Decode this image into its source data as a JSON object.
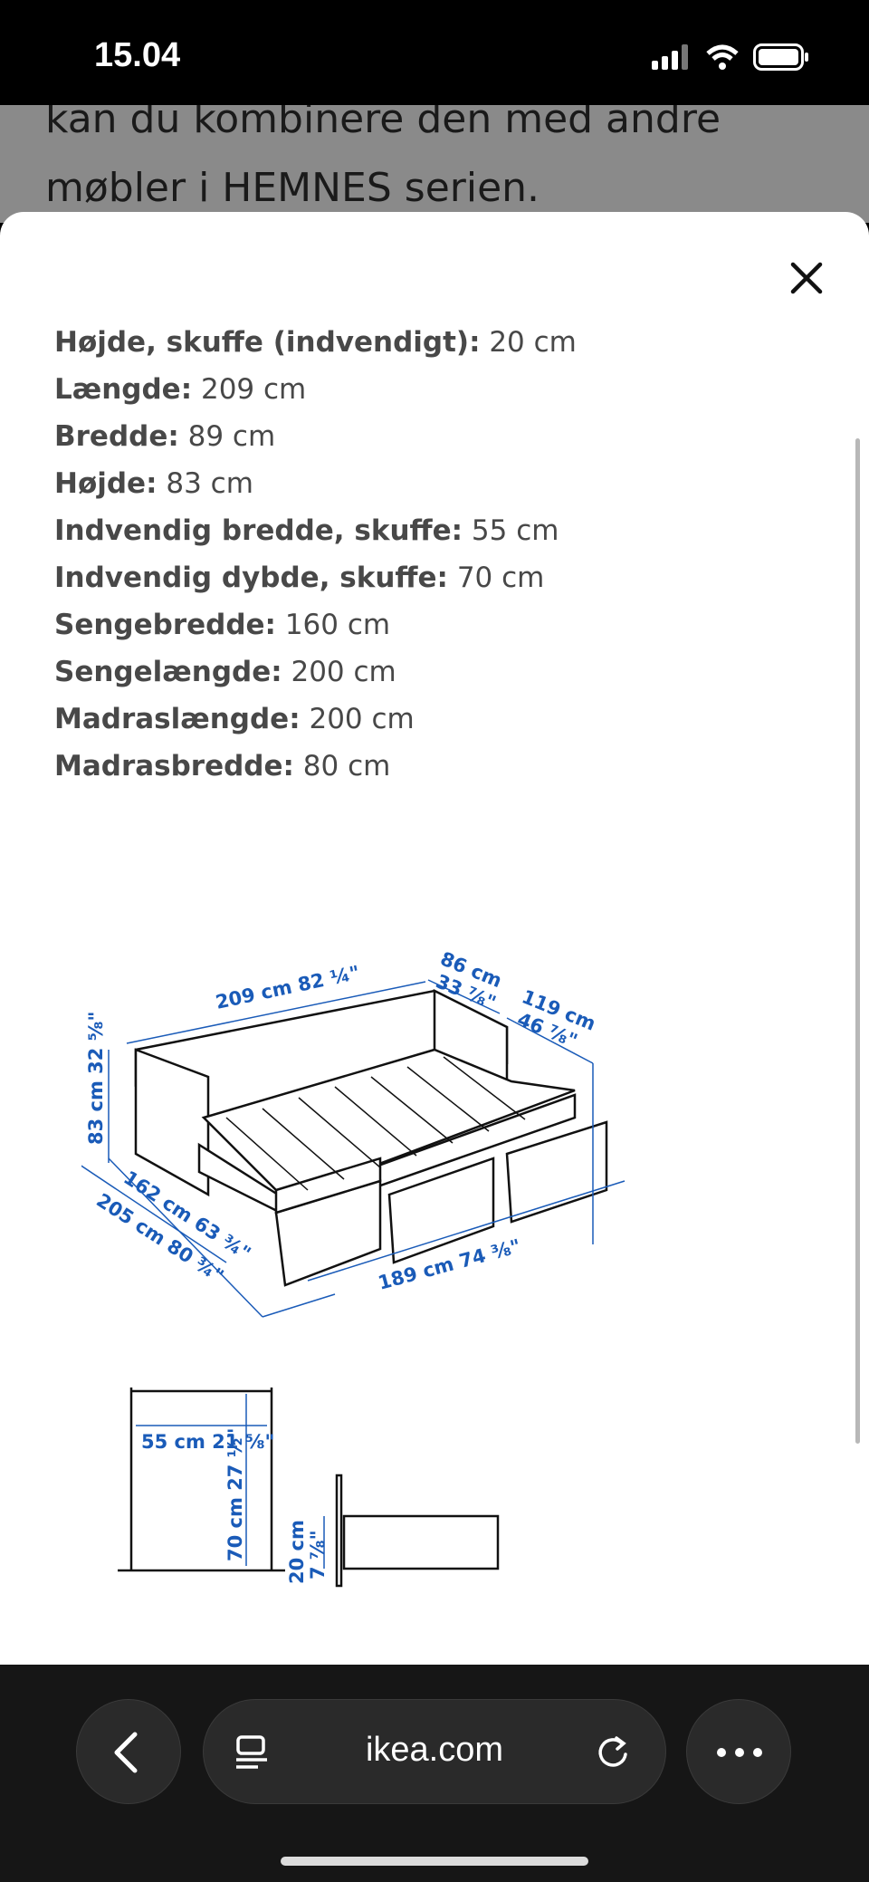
{
  "status_bar": {
    "time": "15.04",
    "icons": [
      "cellular-signal-icon",
      "wifi-icon",
      "battery-icon"
    ]
  },
  "backdrop": {
    "lines": [
      "kan du kombinere den med andre",
      "møbler i HEMNES serien."
    ]
  },
  "sheet": {
    "close_icon": "close-icon",
    "specs": [
      {
        "label": "Højde, skuffe (indvendigt):",
        "value": "20 cm"
      },
      {
        "label": "Længde:",
        "value": "209 cm"
      },
      {
        "label": "Bredde:",
        "value": "89 cm"
      },
      {
        "label": "Højde:",
        "value": "83 cm"
      },
      {
        "label": "Indvendig bredde, skuffe:",
        "value": "55 cm"
      },
      {
        "label": "Indvendig dybde, skuffe:",
        "value": "70 cm"
      },
      {
        "label": "Sengebredde:",
        "value": "160 cm"
      },
      {
        "label": "Sengelængde:",
        "value": "200 cm"
      },
      {
        "label": "Madraslængde:",
        "value": "200 cm"
      },
      {
        "label": "Madrasbredde:",
        "value": "80 cm"
      }
    ],
    "diagram": {
      "length": "209 cm 82 ¼\"",
      "depth_cm": "86 cm",
      "depth_in": "33 ⅞\"",
      "open_depth_cm": "119 cm",
      "open_depth_in": "46 ⅞\"",
      "height": "83 cm 32 ⅝\"",
      "width1": "162 cm 63 ¾\"",
      "width2": "205 cm 80 ¾\"",
      "drawer_span": "189 cm 74 ⅜\"",
      "drawer_width": "55 cm 21 ⅝\"",
      "drawer_depth": "70 cm 27 ½\"",
      "drawer_height_cm": "20 cm",
      "drawer_height_in": "7 ⅞\""
    }
  },
  "browser_bar": {
    "url": "ikea.com",
    "back_icon": "chevron-left-icon",
    "reader_icon": "reader-icon",
    "reload_icon": "reload-icon",
    "more_icon": "more-icon"
  },
  "colors": {
    "dimension": "#1a5bb8",
    "text": "#484848"
  }
}
